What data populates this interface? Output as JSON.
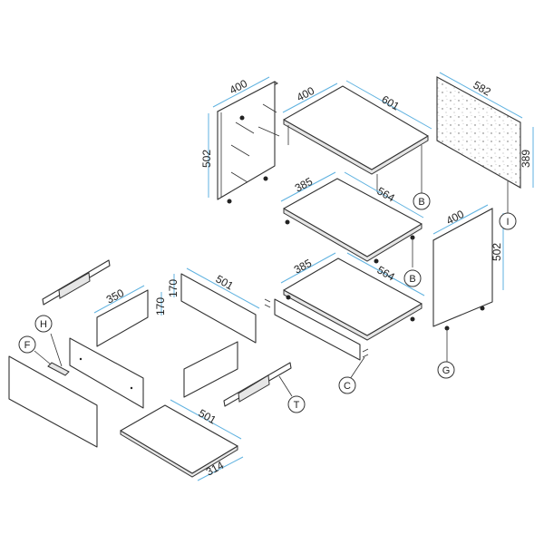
{
  "dimensions": {
    "left_side_width": "400",
    "left_side_height": "502",
    "top_depth": "400",
    "top_width": "601",
    "back_width": "582",
    "back_height": "389",
    "shelf1_depth": "385",
    "shelf1_width": "564",
    "shelf2_depth": "385",
    "shelf2_width": "564",
    "right_side_width": "400",
    "right_side_height": "502",
    "drawer_back_width": "350",
    "drawer_back_height": "170",
    "drawer_side_width": "501",
    "drawer_side_height": "170",
    "drawer_bottom_width": "501",
    "drawer_bottom_depth": "314"
  },
  "callouts": {
    "b1": "B",
    "b2": "B",
    "i": "I",
    "g": "G",
    "c": "C",
    "t": "T",
    "h": "H",
    "f": "F"
  },
  "colors": {
    "dimension_line": "#5fb2e0"
  }
}
